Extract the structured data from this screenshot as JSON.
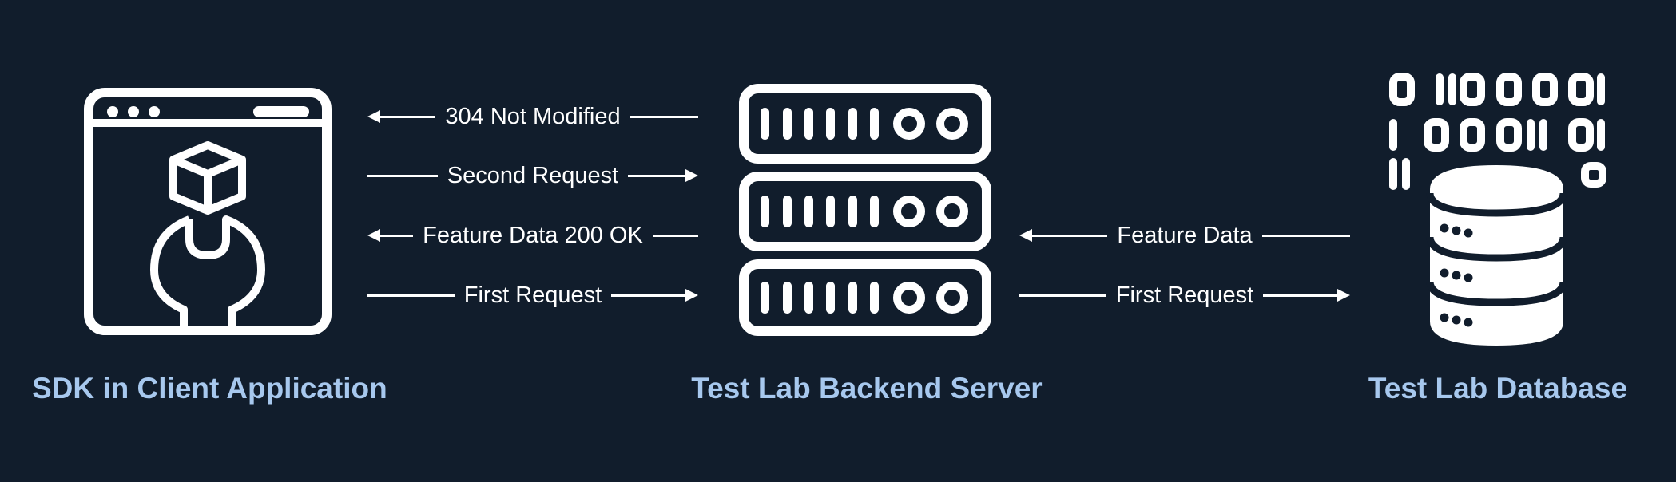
{
  "colors": {
    "background": "#111d2c",
    "icon": "#ffffff",
    "label": "#a7c8ee"
  },
  "nodes": {
    "client": {
      "label": "SDK in Client Application",
      "icon": "browser-window-with-package-and-wrench-icon"
    },
    "server": {
      "label": "Test Lab Backend Server",
      "icon": "server-rack-icon"
    },
    "database": {
      "label": "Test Lab Database",
      "icon": "database-with-binary-icon"
    }
  },
  "edges": {
    "not_modified": {
      "label": "304 Not Modified",
      "from": "server",
      "to": "client"
    },
    "second_request": {
      "label": "Second Request",
      "from": "client",
      "to": "server"
    },
    "feature_data_ok": {
      "label": "Feature Data 200 OK",
      "from": "server",
      "to": "client"
    },
    "first_request_client": {
      "label": "First Request",
      "from": "client",
      "to": "server"
    },
    "feature_data_db": {
      "label": "Feature Data",
      "from": "database",
      "to": "server"
    },
    "first_request_server": {
      "label": "First Request",
      "from": "server",
      "to": "database"
    }
  }
}
